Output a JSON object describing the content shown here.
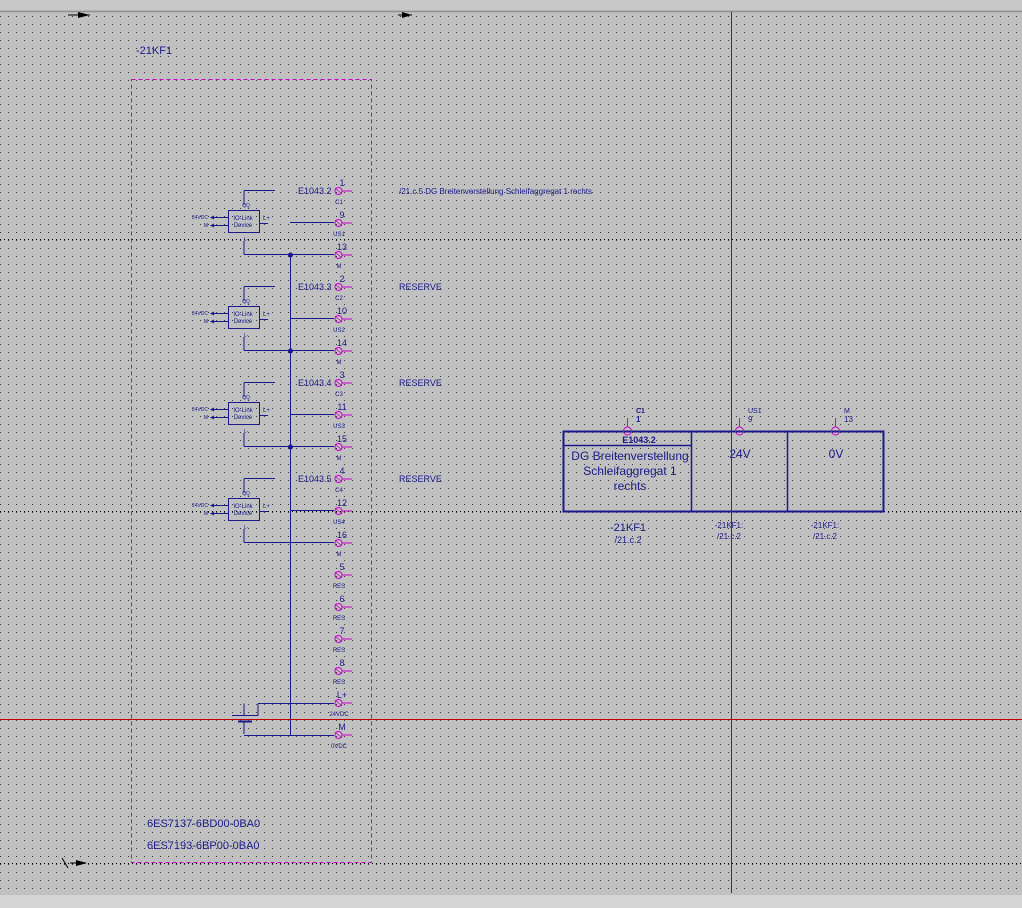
{
  "drawing": {
    "device_tag": "-21KF1",
    "article_numbers": [
      "6ES7137-6BD00-0BA0",
      "6ES7193-6BP00-0BA0"
    ],
    "colors": {
      "background": "#c0c0c0",
      "wire": "#1a1a8c",
      "terminal": "#cc00cc",
      "crosshair": "#c00000",
      "grid_dot": "#333333"
    },
    "channels": [
      {
        "address": "E1043.2",
        "description": "/21.c.5 DG Breitenverstellung Schleifaggregat 1 rechts",
        "terminals": [
          {
            "num": "1",
            "label": "C1"
          },
          {
            "num": "9",
            "label": "US1"
          },
          {
            "num": "13",
            "label": "M"
          }
        ]
      },
      {
        "address": "E1043.3",
        "description": "RESERVE",
        "terminals": [
          {
            "num": "2",
            "label": "C2"
          },
          {
            "num": "10",
            "label": "US2"
          },
          {
            "num": "14",
            "label": "M"
          }
        ]
      },
      {
        "address": "E1043.4",
        "description": "RESERVE",
        "terminals": [
          {
            "num": "3",
            "label": "C3"
          },
          {
            "num": "11",
            "label": "US3"
          },
          {
            "num": "15",
            "label": "M"
          }
        ]
      },
      {
        "address": "E1043.5",
        "description": "RESERVE",
        "terminals": [
          {
            "num": "4",
            "label": "C4"
          },
          {
            "num": "12",
            "label": "US4"
          },
          {
            "num": "16",
            "label": "M"
          }
        ]
      }
    ],
    "reserve_terminals": [
      {
        "num": "5",
        "label": "RES"
      },
      {
        "num": "6",
        "label": "RES"
      },
      {
        "num": "7",
        "label": "RES"
      },
      {
        "num": "8",
        "label": "RES"
      }
    ],
    "supply_terminals": [
      {
        "num": "L+",
        "label": "24VDC"
      },
      {
        "num": "M",
        "label": "0VDC"
      }
    ],
    "iolink_device": {
      "title_line1": "IO-Link",
      "title_line2": "Device",
      "qq": "QQ",
      "lplus": "L+",
      "lminus": "L-",
      "supply_24": "24VDC",
      "supply_m": "M"
    }
  },
  "reference_block": {
    "address": "E1043.2",
    "description_lines": [
      "DG Breitenverstellung",
      "Schleifaggregat 1",
      "rechts"
    ],
    "columns": [
      {
        "pin_label": "C1",
        "pin_num": "1",
        "value": ""
      },
      {
        "pin_label": "US1",
        "pin_num": "9",
        "value": "24V"
      },
      {
        "pin_label": "M",
        "pin_num": "13",
        "value": "0V"
      }
    ],
    "refs": [
      {
        "tag": "-21KF1",
        "page": "/21.c.2"
      },
      {
        "tag": "-21KF1:",
        "page": "/21.c.2"
      },
      {
        "tag": "-21KF1:",
        "page": "/21.c.2"
      }
    ]
  }
}
